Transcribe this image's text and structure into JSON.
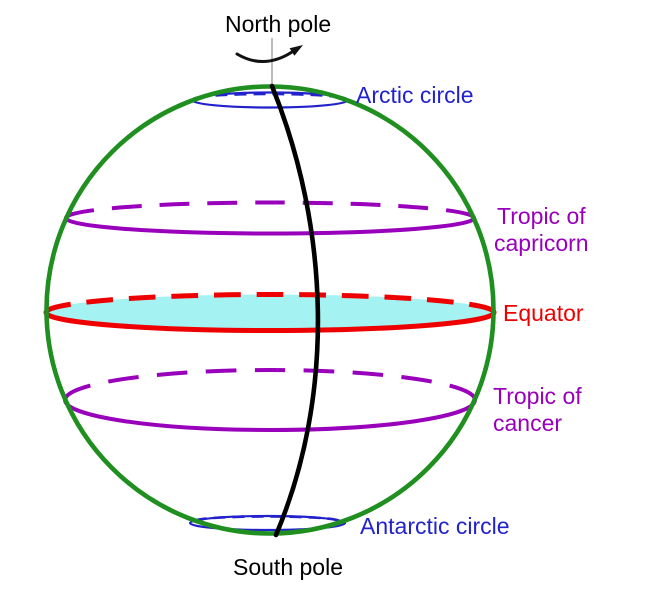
{
  "figure": {
    "title": "Earth rotation axis and latitude circles diagram",
    "labels": {
      "north_pole": "North pole",
      "south_pole": "South pole",
      "arctic_circle": "Arctic circle",
      "antarctic_circle": "Antarctic circle",
      "tropic_top_line1": "Tropic of",
      "tropic_top_line2": "capricorn",
      "equator": "Equator",
      "tropic_bottom_line1": "Tropic of",
      "tropic_bottom_line2": "cancer"
    },
    "colors": {
      "sphere_outline": "#1f8f20",
      "polar_circles": "#2222cc",
      "tropics": "#9900bb",
      "equator": "#ee0000",
      "equator_fill": "#a5f2f2",
      "meridian": "#000000",
      "axis_line": "#9a9a9a",
      "pole_text": "#000000",
      "arrow": "#111111"
    }
  }
}
